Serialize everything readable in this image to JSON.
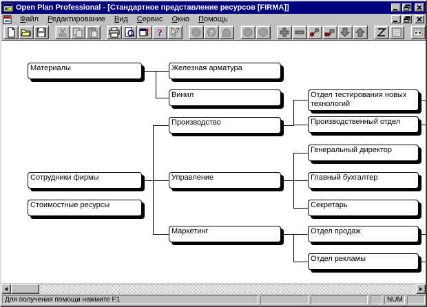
{
  "window": {
    "title": "Open Plan Professional - [Стандартное представление ресурсов [FIRMA]]",
    "controls": [
      "minimize",
      "restore",
      "close"
    ],
    "child_controls": [
      "minimize",
      "restore",
      "close"
    ]
  },
  "menu": {
    "items": [
      {
        "label": "Файл"
      },
      {
        "label": "Редактирование"
      },
      {
        "label": "Вид"
      },
      {
        "label": "Сервис"
      },
      {
        "label": "Окно"
      },
      {
        "label": "Помощь"
      }
    ]
  },
  "toolbar": {
    "buttons": [
      {
        "name": "new",
        "enabled": true
      },
      {
        "name": "open",
        "enabled": true
      },
      {
        "name": "save",
        "enabled": true
      },
      {
        "name": "cut",
        "enabled": false
      },
      {
        "name": "copy",
        "enabled": false
      },
      {
        "name": "paste",
        "enabled": false
      },
      {
        "name": "print",
        "enabled": true
      },
      {
        "name": "print-preview",
        "enabled": true
      },
      {
        "name": "update-views",
        "enabled": true
      },
      {
        "name": "help",
        "enabled": true
      },
      {
        "name": "context-help",
        "enabled": false
      },
      {
        "name": "resource-circle-1",
        "enabled": false
      },
      {
        "name": "resource-circle-help",
        "enabled": false
      },
      {
        "name": "resource-arch",
        "enabled": false
      },
      {
        "name": "resource-circle-2",
        "enabled": false
      },
      {
        "name": "resource-circle-3",
        "enabled": false
      },
      {
        "name": "add-item",
        "enabled": true
      },
      {
        "name": "remove-item",
        "enabled": true
      },
      {
        "name": "link-nodes",
        "enabled": true
      },
      {
        "name": "steps",
        "enabled": true
      },
      {
        "name": "move-down",
        "enabled": true
      },
      {
        "name": "move-up",
        "enabled": true
      },
      {
        "name": "zigzag",
        "enabled": true
      },
      {
        "name": "notes",
        "enabled": false
      },
      {
        "name": "window-layout",
        "enabled": true
      },
      {
        "name": "fit-window",
        "enabled": true
      }
    ]
  },
  "tree": {
    "nodes": {
      "materials": {
        "label": "Материалы",
        "children": [
          "iron",
          "vinyl"
        ]
      },
      "iron": {
        "label": "Железная арматура",
        "children": []
      },
      "vinyl": {
        "label": "Винил",
        "children": []
      },
      "employees": {
        "label": "Сотрудники фирмы",
        "children": [
          "production",
          "management",
          "marketing"
        ]
      },
      "cost": {
        "label": "Стоимостные ресурсы",
        "children": []
      },
      "production": {
        "label": "Производство",
        "children": [
          "testing",
          "prod_dept"
        ]
      },
      "management": {
        "label": "Управление",
        "children": [
          "director",
          "accountant",
          "secretary"
        ]
      },
      "marketing": {
        "label": "Маркетинг",
        "children": [
          "sales",
          "ads"
        ]
      },
      "testing": {
        "label": "Отдел тестирования новых технологий",
        "has_offscreen_children": true
      },
      "prod_dept": {
        "label": "Производственный отдел",
        "has_offscreen_children": true
      },
      "director": {
        "label": "Генеральный директор"
      },
      "accountant": {
        "label": "Главный бухгалтер"
      },
      "secretary": {
        "label": "Секретарь"
      },
      "sales": {
        "label": "Отдел продаж",
        "has_offscreen_children": true
      },
      "ads": {
        "label": "Отдел рекламы",
        "has_offscreen_children": true
      }
    }
  },
  "statusbar": {
    "help_text": "Для получения помощи нажмите F1",
    "num": "NUM"
  },
  "colors": {
    "titlebar": "#000080",
    "chrome": "#c0c0c0",
    "canvas": "#ffffff",
    "node_border": "#000000"
  }
}
